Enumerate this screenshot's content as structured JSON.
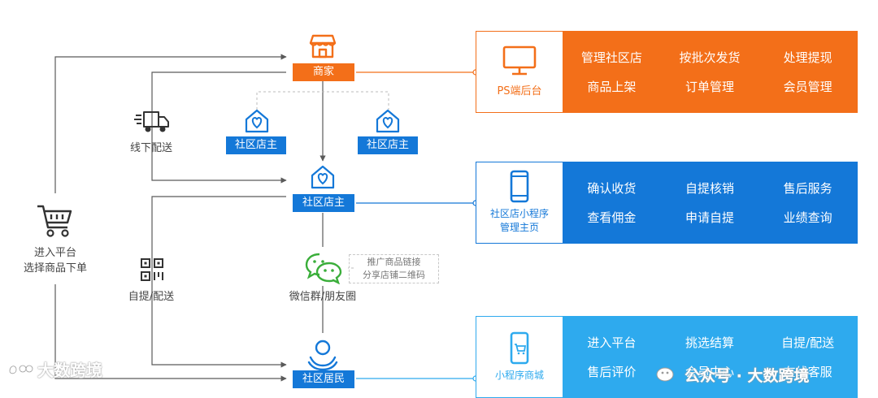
{
  "colors": {
    "orange": "#f36f19",
    "blue": "#1478d8",
    "sky": "#2eaaee",
    "line": "#5a5a5a",
    "dashed": "#bbbbbb"
  },
  "nodes": {
    "shopper": {
      "icon": "shopping-cart-icon",
      "line1": "进入平台",
      "line2": "选择商品下单"
    },
    "merchant": {
      "icon": "storefront-icon",
      "label": "商家"
    },
    "offline_delivery": {
      "icon": "delivery-truck-icon",
      "label": "线下配送"
    },
    "shop_owner_left": {
      "icon": "house-heart-icon",
      "label": "社区店主"
    },
    "shop_owner_right": {
      "icon": "house-heart-icon",
      "label": "社区店主"
    },
    "shop_owner_main": {
      "icon": "house-heart-icon",
      "label": "社区店主"
    },
    "pickup_delivery": {
      "icon": "qr-code-icon",
      "label": "自提/配送"
    },
    "wechat": {
      "icon": "wechat-icon",
      "label": "微信群/朋友圈"
    },
    "wechat_note": {
      "line1": "推广商品链接",
      "line2": "分享店铺二维码"
    },
    "resident": {
      "icon": "resident-icon",
      "label": "社区居民"
    }
  },
  "panels": {
    "ps_backend": {
      "icon": "monitor-icon",
      "title1": "PS端后台",
      "title2": "",
      "items": [
        "管理社区店",
        "按批次发货",
        "处理提现",
        "商品上架",
        "订单管理",
        "会员管理"
      ]
    },
    "shop_app": {
      "icon": "phone-icon",
      "title1": "社区店小程序",
      "title2": "管理主页",
      "items": [
        "确认收货",
        "自提核销",
        "售后服务",
        "查看佣金",
        "申请自提",
        "业绩查询"
      ]
    },
    "mini_mall": {
      "icon": "phone-cart-icon",
      "title1": "小程序商城",
      "title2": "",
      "items": [
        "进入平台",
        "挑选结算",
        "自提/配送",
        "售后评价",
        "会员中心",
        "在线客服"
      ]
    }
  },
  "watermarks": {
    "left": "大数跨境",
    "right": "公众号 · 大数跨境"
  }
}
